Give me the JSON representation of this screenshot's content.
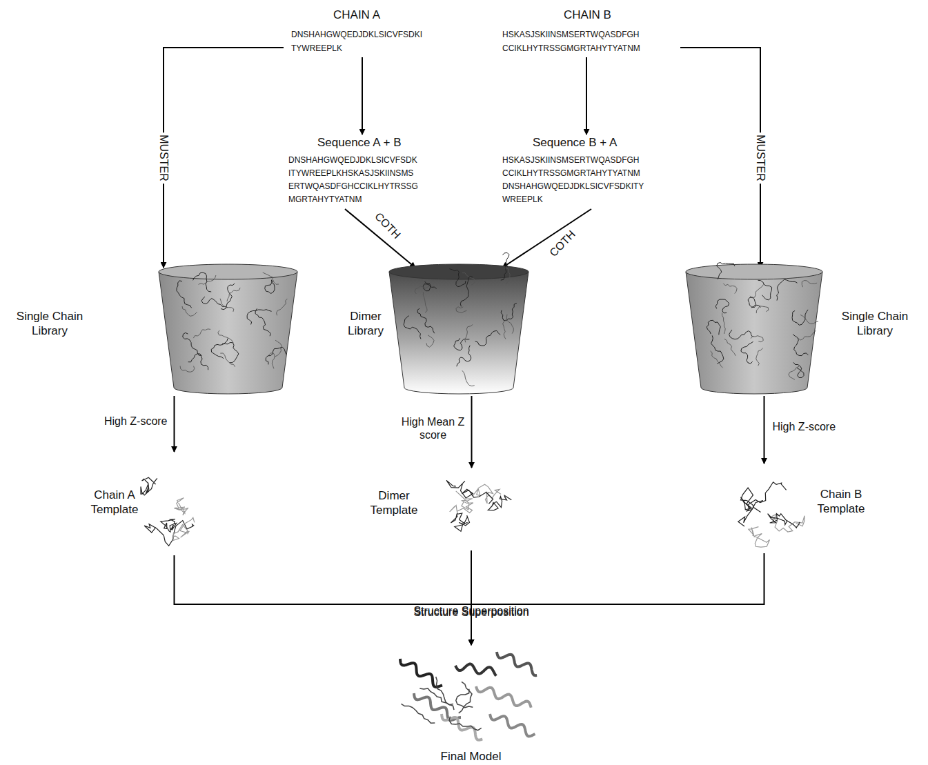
{
  "diagram": {
    "nodes": [
      {
        "text": [
          "CHAIN A",
          "DNSHAHGWQEDJDKLSICVFSDKI TYWREEPLK"
        ]
      },
      {
        "text": [
          "CHAIN B",
          "HSKASJSKIINSMSERTWQASDFGH CCIKLHYTRSSGMGRTAHYTYATNM"
        ]
      },
      {
        "text": [
          "Sequence  A + B",
          "DNSHAHGWQEDJDKLSICVFSDK ITYWREEPLKHSKASJSKIINSMS ERTWQASDFGHCCIKLHYTRSSG MGRTAHYTYATNM"
        ]
      },
      {
        "text": [
          "Sequence  B + A",
          "HSKASJSKIINSMSERTWQASDFGH CCIKLHYTRSSGMGRTAHYTYATNM DNSHAHGWQEDJDKLSICVFSDKITY WREEPLK"
        ]
      },
      {
        "text": [
          "Single Chain Library"
        ]
      },
      {
        "text": [
          "Dimer Library"
        ]
      },
      {
        "text": [
          "Single Chain Library"
        ]
      },
      {
        "text": [
          "Chain A Template"
        ]
      },
      {
        "text": [
          "Dimer Template"
        ]
      },
      {
        "text": [
          "Chain B Template"
        ]
      },
      {
        "text": [
          "Final Model"
        ]
      }
    ],
    "edges": [
      {
        "from": 0,
        "to": 4,
        "label": "MUSTER",
        "arrow": "to"
      },
      {
        "from": 0,
        "to": 2,
        "arrow": "to"
      },
      {
        "from": 1,
        "to": 3,
        "arrow": "to"
      },
      {
        "from": 2,
        "to": 5,
        "label": "COTH",
        "arrow": "to"
      },
      {
        "from": 3,
        "to": 5,
        "label": "COTH",
        "arrow": "to"
      },
      {
        "from": 1,
        "to": 6,
        "label": "MUSTER",
        "arrow": "to"
      },
      {
        "from": 4,
        "to": 7,
        "label": "High Z-score",
        "arrow": "to"
      },
      {
        "from": 5,
        "to": 8,
        "label": "High Mean Z score",
        "arrow": "to"
      },
      {
        "from": 6,
        "to": 9,
        "label": "High Z-score",
        "arrow": "to"
      },
      {
        "from": 7,
        "to": 10,
        "label": "Structure Superposition",
        "arrow": "to"
      },
      {
        "from": 8,
        "to": 10,
        "arrow": "to"
      },
      {
        "from": 9,
        "to": 10,
        "label": "Structure Superposition",
        "arrow": "to"
      }
    ]
  }
}
